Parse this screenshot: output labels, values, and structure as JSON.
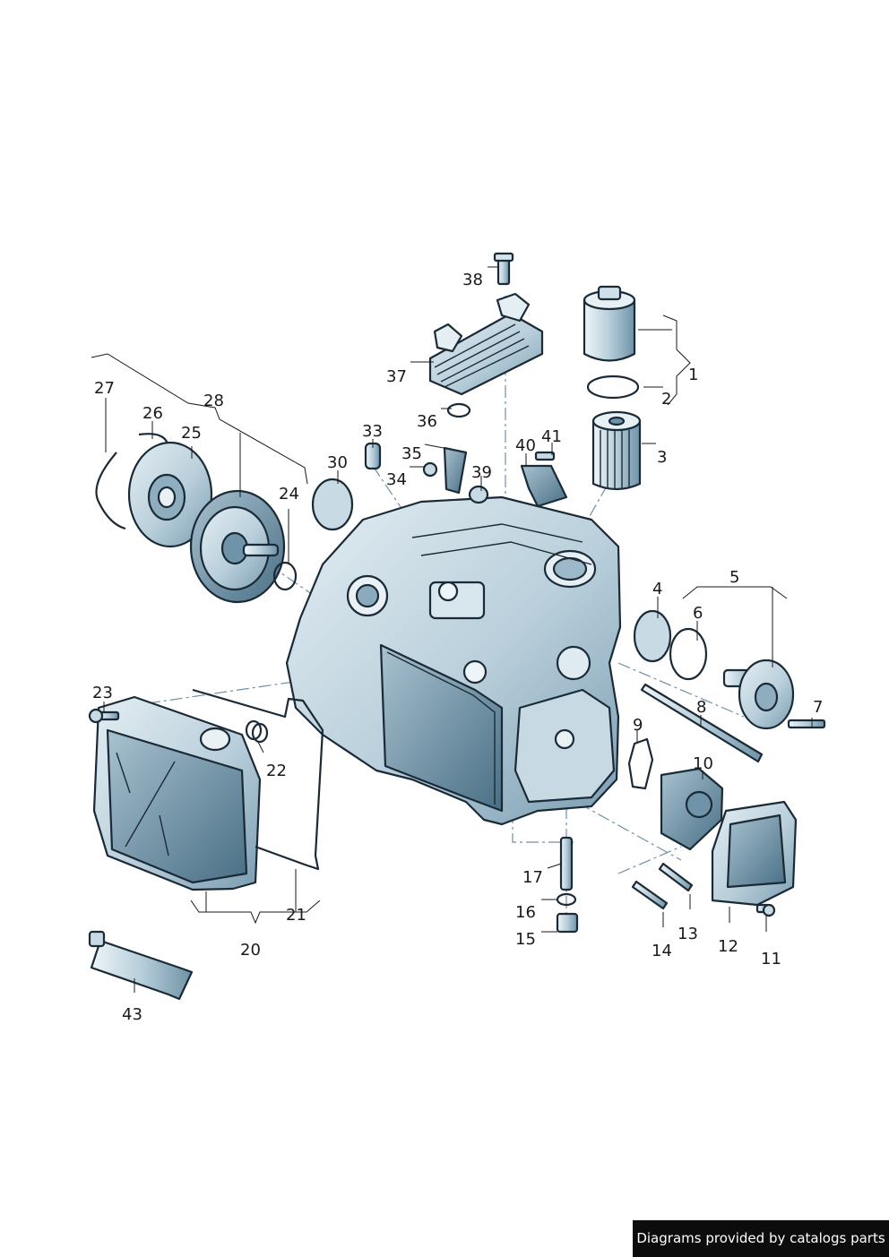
{
  "diagram": {
    "callouts": [
      {
        "id": "1",
        "text": "1"
      },
      {
        "id": "2",
        "text": "2"
      },
      {
        "id": "3",
        "text": "3"
      },
      {
        "id": "4",
        "text": "4"
      },
      {
        "id": "5",
        "text": "5"
      },
      {
        "id": "6",
        "text": "6"
      },
      {
        "id": "7",
        "text": "7"
      },
      {
        "id": "8",
        "text": "8"
      },
      {
        "id": "9",
        "text": "9"
      },
      {
        "id": "10",
        "text": "10"
      },
      {
        "id": "11",
        "text": "11"
      },
      {
        "id": "12",
        "text": "12"
      },
      {
        "id": "13",
        "text": "13"
      },
      {
        "id": "14",
        "text": "14"
      },
      {
        "id": "15",
        "text": "15"
      },
      {
        "id": "16",
        "text": "16"
      },
      {
        "id": "17",
        "text": "17"
      },
      {
        "id": "20",
        "text": "20"
      },
      {
        "id": "21",
        "text": "21"
      },
      {
        "id": "22",
        "text": "22"
      },
      {
        "id": "23",
        "text": "23"
      },
      {
        "id": "24",
        "text": "24"
      },
      {
        "id": "25",
        "text": "25"
      },
      {
        "id": "26",
        "text": "26"
      },
      {
        "id": "27",
        "text": "27"
      },
      {
        "id": "28",
        "text": "28"
      },
      {
        "id": "30",
        "text": "30"
      },
      {
        "id": "33",
        "text": "33"
      },
      {
        "id": "34",
        "text": "34"
      },
      {
        "id": "35",
        "text": "35"
      },
      {
        "id": "36",
        "text": "36"
      },
      {
        "id": "37",
        "text": "37"
      },
      {
        "id": "38",
        "text": "38"
      },
      {
        "id": "39",
        "text": "39"
      },
      {
        "id": "40",
        "text": "40"
      },
      {
        "id": "41",
        "text": "41"
      },
      {
        "id": "43",
        "text": "43"
      }
    ],
    "colors": {
      "part_fill": "#d3e2ea",
      "part_shadow": "#6c8ea3",
      "part_dark": "#3d6379",
      "outline": "#1a2a36"
    }
  },
  "credit": {
    "text": "Diagrams provided by catalogs parts"
  }
}
